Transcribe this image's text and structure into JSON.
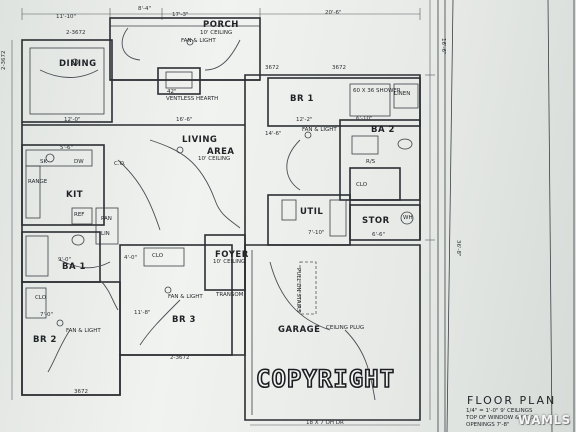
{
  "rooms": {
    "porch": "PORCH",
    "dining": "DINING",
    "living": "LIVING",
    "area": "AREA",
    "br1": "BR 1",
    "ba2": "BA 2",
    "kit": "KIT",
    "util": "UTIL",
    "stor": "STOR",
    "ba1": "BA 1",
    "foyer": "FOYER",
    "br3": "BR 3",
    "br2": "BR 2",
    "garage": "GARAGE"
  },
  "notes": {
    "porch_ceiling": "10' CEILING",
    "living_ceiling": "10' CEILING",
    "foyer_ceiling": "10' CEILING",
    "fan_light": "FAN & LIGHT",
    "ventless_hearth": "VENTLESS HEARTH",
    "hearth_size": "42\"",
    "shower": "60 X 36 SHOWER",
    "linen": "LINEN",
    "clo": "CLO",
    "lin": "LIN",
    "ref": "REF",
    "dw": "DW",
    "sink": "SK",
    "range": "RANGE",
    "pan": "PAN",
    "wh": "WH",
    "ceiling_plug": "CEILING PLUG",
    "pull_dn_stairs": "PULL DN STAIRS",
    "transom": "TRANSOM",
    "co": "C.O.",
    "rs": "R/S"
  },
  "dimensions": {
    "top_left": "11'-10\"",
    "top_mid1": "8'-4\"",
    "top_mid2": "17'-3\"",
    "top_right": "20'-6\"",
    "door_2672": "2-3672",
    "door_3672a": "3672",
    "door_3672b": "3672",
    "dining_w": "12'-0\"",
    "living_w": "16'-6\"",
    "br1_d": "14'-6\"",
    "br1_w": "12'-2\"",
    "ba2_w": "6'-10\"",
    "util_d": "7'-10\"",
    "stor_w": "6'-6\"",
    "ba1_w": "9'-0\"",
    "br3_w": "11'-8\"",
    "br2_w": "7'-0\"",
    "foyer_w": "4'-0\"",
    "bottom_3672": "3672",
    "garage_door": "18 X 7 OH DR",
    "right_side": "16'-6\"",
    "right_total": "36'-8\"",
    "left_side": "2-3672",
    "porch_w": "2-3672",
    "kit_ceiling": "5'-6\""
  },
  "copyright": "COPYRIGHT",
  "floor_plan": {
    "title": "FLOOR PLAN",
    "scale_note": "1/4\" = 1'-0\"   9' CEILINGS",
    "window_note": "TOP OF WINDOW & DOOR",
    "opening_note": "OPENINGS 7'-8\""
  },
  "watermark": "WAMLS"
}
